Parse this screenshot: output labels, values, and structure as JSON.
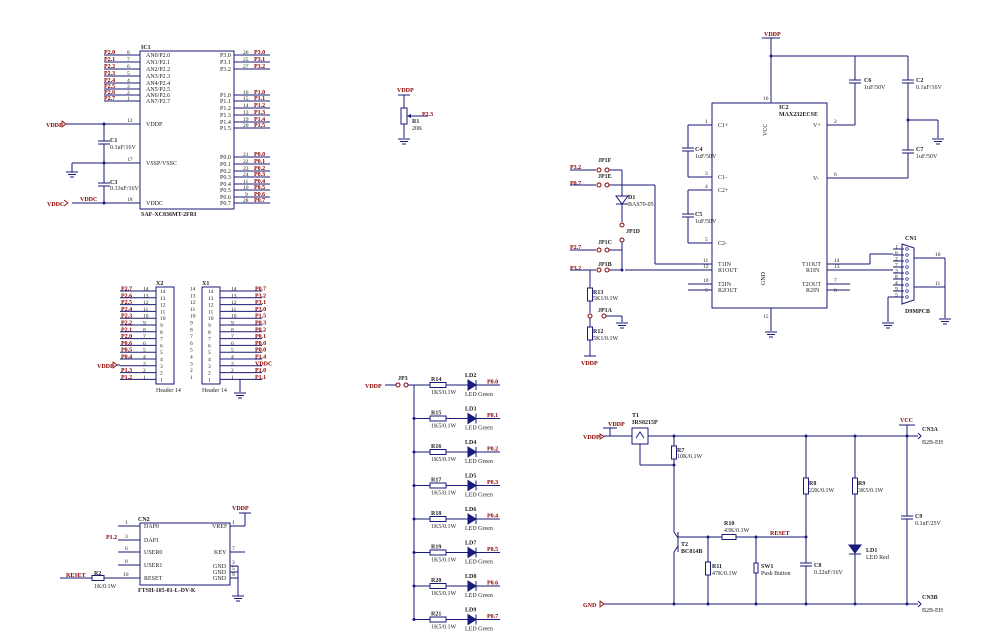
{
  "ic1": {
    "ref": "IC1",
    "part": "SAF-XC836MT-2FRI",
    "left_pins": [
      {
        "net": "P2.0",
        "num": "8",
        "name": "AN0/P2.0"
      },
      {
        "net": "P2.1",
        "num": "7",
        "name": "AN1/P2.1"
      },
      {
        "net": "P2.2",
        "num": "6",
        "name": "AN2/P2.2"
      },
      {
        "net": "P2.3",
        "num": "5",
        "name": "AN3/P2.3"
      },
      {
        "net": "P2.4",
        "num": "4",
        "name": "AN4/P2.4"
      },
      {
        "net": "P2.5",
        "num": "3",
        "name": "AN5/P2.5"
      },
      {
        "net": "P2.6",
        "num": "2",
        "name": "AN6/P2.6"
      },
      {
        "net": "P2.7",
        "num": "1",
        "name": "AN7/P2.7"
      }
    ],
    "power_pins": [
      {
        "num": "12",
        "name": "VDDP"
      },
      {
        "num": "17",
        "name": "VSSP/VSSC"
      },
      {
        "num": "18",
        "name": "VDDC"
      }
    ],
    "right_pins": [
      {
        "num": "26",
        "name": "P3.0",
        "net": "P3.0"
      },
      {
        "num": "25",
        "name": "P3.1",
        "net": "P3.1"
      },
      {
        "num": "27",
        "name": "P3.2",
        "net": "P3.2"
      },
      {
        "num": "16",
        "name": "P1.0",
        "net": "P1.0"
      },
      {
        "num": "15",
        "name": "P1.1",
        "net": "P1.1"
      },
      {
        "num": "14",
        "name": "P1.2",
        "net": "P1.2"
      },
      {
        "num": "13",
        "name": "P1.3",
        "net": "P1.3"
      },
      {
        "num": "19",
        "name": "P1.4",
        "net": "P1.4"
      },
      {
        "num": "20",
        "name": "P1.5",
        "net": "P1.5"
      },
      {
        "num": "21",
        "name": "P0.0",
        "net": "P0.0"
      },
      {
        "num": "22",
        "name": "P0.1",
        "net": "P0.1"
      },
      {
        "num": "23",
        "name": "P0.2",
        "net": "P0.2"
      },
      {
        "num": "24",
        "name": "P0.3",
        "net": "P0.3"
      },
      {
        "num": "11",
        "name": "P0.4",
        "net": "P0.4"
      },
      {
        "num": "10",
        "name": "P0.5",
        "net": "P0.5"
      },
      {
        "num": "9",
        "name": "P0.6",
        "net": "P0.6"
      },
      {
        "num": "28",
        "name": "P0.7",
        "net": "P0.7"
      }
    ],
    "vddp_net": "VDDP",
    "vddc_net": "VDDC",
    "vddc_net2": "VDDC",
    "c1": {
      "ref": "C1",
      "val": "0.1uF/16V"
    },
    "c3": {
      "ref": "C3",
      "val": "0.33uF/16V"
    }
  },
  "r1": {
    "ref": "R1",
    "val": "20K",
    "vddp": "VDDP",
    "net": "P2.3"
  },
  "x2": {
    "ref": "X2",
    "label": "Header 14",
    "nets": [
      "P2.7",
      "P2.6",
      "P2.5",
      "P2.4",
      "P2.3",
      "P2.2",
      "P2.1",
      "P2.0",
      "P0.6",
      "P0.5",
      "P0.4",
      "",
      "P1.3",
      "P1.2"
    ],
    "nums_l": [
      "14",
      "13",
      "12",
      "11",
      "10",
      "9",
      "8",
      "7",
      "6",
      "5",
      "4",
      "3",
      "2",
      "1"
    ],
    "nums_r": [
      "14",
      "13",
      "12",
      "11",
      "10",
      "9",
      "8",
      "7",
      "6",
      "5",
      "4",
      "3",
      "2",
      "1"
    ],
    "vddp": "VDDP"
  },
  "x1": {
    "ref": "X1",
    "label": "Header 14",
    "nums_l": [
      "14",
      "13",
      "12",
      "11",
      "10",
      "9",
      "8",
      "7",
      "6",
      "5",
      "4",
      "3",
      "2",
      "1"
    ],
    "nums_r": [
      "14",
      "13",
      "12",
      "11",
      "10",
      "9",
      "8",
      "7",
      "6",
      "5",
      "4",
      "3",
      "2",
      "1"
    ],
    "nets": [
      "P0.7",
      "P3.2",
      "P3.1",
      "P3.0",
      "P1.5",
      "P0.3",
      "P0.2",
      "P0.1",
      "P0.0",
      "P0.0",
      "P1.4",
      "VDDC",
      "P1.0",
      "P1.1"
    ]
  },
  "cn2": {
    "ref": "CN2",
    "part": "FTSH-105-01-L-DV-K",
    "left": [
      {
        "num": "1",
        "name": "DAP0"
      },
      {
        "num": "3",
        "name": "DAP1"
      },
      {
        "num": "6",
        "name": "USER0"
      },
      {
        "num": "8",
        "name": "USER1"
      },
      {
        "num": "10",
        "name": "RESET"
      }
    ],
    "right": [
      {
        "num": "1",
        "name": "VREF"
      },
      {
        "num": "7",
        "name": "KEY"
      },
      {
        "num": "3",
        "name": "GND"
      },
      {
        "num": "5",
        "name": "GND"
      },
      {
        "num": "9",
        "name": "GND"
      }
    ],
    "vddp": "VDDP",
    "p12": "P1.2",
    "reset_net": "RESET",
    "r2": {
      "ref": "R2",
      "val": "1K/0.1W"
    }
  },
  "leds": {
    "vddp": "VDDP",
    "jp": "JP3",
    "rows": [
      {
        "r": "R14",
        "rv": "1K5/0.1W",
        "d": "LD2",
        "dv": "LED Green",
        "net": "P0.0"
      },
      {
        "r": "R15",
        "rv": "1K5/0.1W",
        "d": "LD3",
        "dv": "LED Green",
        "net": "P0.1"
      },
      {
        "r": "R16",
        "rv": "1K5/0.1W",
        "d": "LD4",
        "dv": "LED Green",
        "net": "P0.2"
      },
      {
        "r": "R17",
        "rv": "1K5/0.1W",
        "d": "LD5",
        "dv": "LED Green",
        "net": "P0.3"
      },
      {
        "r": "R18",
        "rv": "1K5/0.1W",
        "d": "LD6",
        "dv": "LED Green",
        "net": "P0.4"
      },
      {
        "r": "R19",
        "rv": "1K5/0.1W",
        "d": "LD7",
        "dv": "LED Green",
        "net": "P0.5"
      },
      {
        "r": "R20",
        "rv": "1K5/0.1W",
        "d": "LD8",
        "dv": "LED Green",
        "net": "P0.6"
      },
      {
        "r": "R21",
        "rv": "1K5/0.1W",
        "d": "LD9",
        "dv": "LED Green",
        "net": "P0.7"
      }
    ]
  },
  "rs232": {
    "vddp_top": "VDDP",
    "ic2": {
      "ref": "IC2",
      "part": "MAX232ECSE"
    },
    "pins_left": [
      {
        "num": "1",
        "name": "C1+"
      },
      {
        "num": "3",
        "name": "C1-"
      },
      {
        "num": "4",
        "name": "C2+"
      },
      {
        "num": "5",
        "name": "C2-"
      },
      {
        "num": "11",
        "name": "T1IN"
      },
      {
        "num": "12",
        "name": "R1OUT"
      },
      {
        "num": "10",
        "name": "T2IN"
      },
      {
        "num": "9",
        "name": "R2OUT"
      }
    ],
    "pins_right": [
      {
        "num": "2",
        "name": "V+"
      },
      {
        "num": "6",
        "name": "V-"
      },
      {
        "num": "14",
        "name": "T1OUT"
      },
      {
        "num": "13",
        "name": "R1IN"
      },
      {
        "num": "7",
        "name": "T2OUT"
      },
      {
        "num": "8",
        "name": "R2IN"
      }
    ],
    "vcc": {
      "num": "16",
      "name": "VCC"
    },
    "gnd": {
      "num": "15",
      "name": "GND"
    },
    "c6": {
      "ref": "C6",
      "val": "1uF/50V"
    },
    "c2": {
      "ref": "C2",
      "val": "0.1uF/16V"
    },
    "c4": {
      "ref": "C4",
      "val": "1uF/50V"
    },
    "c5": {
      "ref": "C5",
      "val": "1uF/50V"
    },
    "c7": {
      "ref": "C7",
      "val": "1uF/50V"
    },
    "d1": {
      "ref": "D1",
      "val": "BAS70-05"
    },
    "jp1f": "JP1F",
    "jp1e": "JP1E",
    "jp1d": "JP1D",
    "jp1c": "JP1C",
    "jp1b": "JP1B",
    "jp1a": "JP1A",
    "p32a": "P3.2",
    "p07a": "P0.7",
    "p27": "P2.7",
    "p32b": "P3.2",
    "r13": {
      "ref": "R13",
      "val": "5K1/0.1W"
    },
    "r12": {
      "ref": "R12",
      "val": "5K1/0.1W"
    },
    "vddp_bot": "VDDP",
    "cn1": {
      "ref": "CN1",
      "part": "D9MPCB",
      "pins": [
        "1",
        "6",
        "2",
        "7",
        "3",
        "8",
        "4",
        "9",
        "5"
      ],
      "m1": "10",
      "m2": "11"
    }
  },
  "power": {
    "vddp": "VDDP",
    "t1": {
      "ref": "T1",
      "val": "IRS8215P"
    },
    "r7": {
      "ref": "R7",
      "val": "10K/0.1W"
    },
    "t2": {
      "ref": "T2",
      "val": "BC814B"
    },
    "r10": {
      "ref": "R10",
      "val": "43K/0.1W"
    },
    "r11": {
      "ref": "R11",
      "val": "47K/0.1W"
    },
    "sw1": {
      "ref": "SW1",
      "val": "Push Button"
    },
    "reset": "RESET",
    "r8": {
      "ref": "R8",
      "val": "22K/0.1W"
    },
    "c8": {
      "ref": "C8",
      "val": "0.22uF/16V"
    },
    "r9": {
      "ref": "R9",
      "val": "3K5/0.1W"
    },
    "ld1": {
      "ref": "LD1",
      "val": "LED Red"
    },
    "vcc": "VCC",
    "c9": {
      "ref": "C9",
      "val": "0.1uF/25V"
    },
    "cn3a": {
      "ref": "CN3A",
      "val": "B2B-EH"
    },
    "cn3b": {
      "ref": "CN3B",
      "val": "B2B-EH"
    },
    "gnd": "GND"
  }
}
